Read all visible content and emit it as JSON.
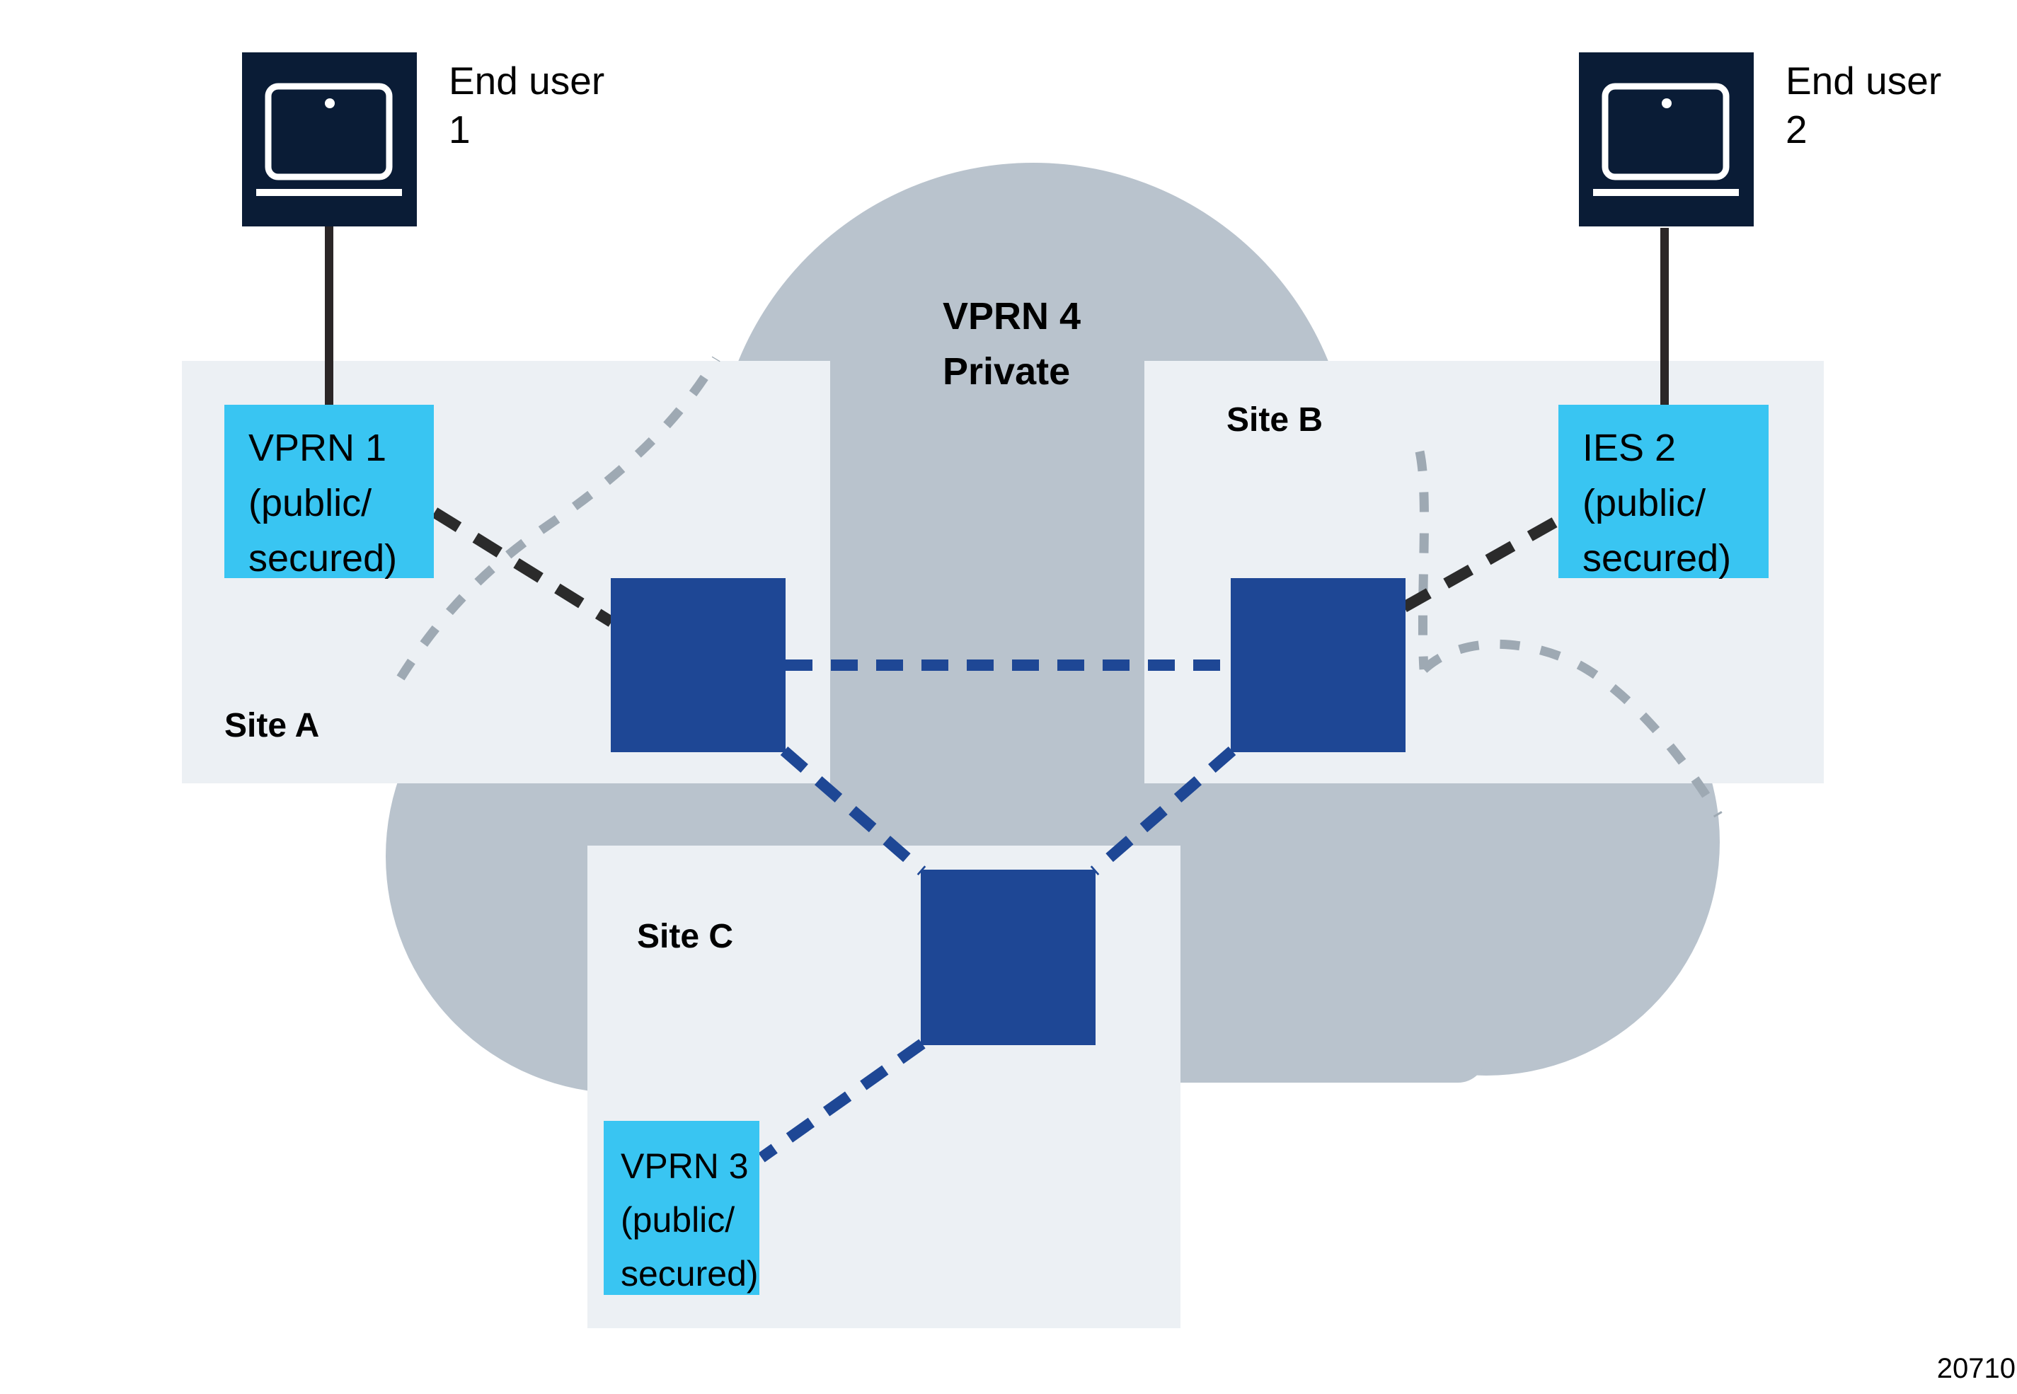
{
  "figure_label": "20710",
  "cloud": {
    "title_line1": "VPRN 4",
    "title_line2": "Private"
  },
  "sites": {
    "a": {
      "label": "Site A"
    },
    "b": {
      "label": "Site B"
    },
    "c": {
      "label": "Site C"
    }
  },
  "end_users": {
    "eu1": {
      "name_line1": "End user",
      "name_line2": "1"
    },
    "eu2": {
      "name_line1": "End user",
      "name_line2": "2"
    }
  },
  "services": {
    "vprn1": {
      "line1": "VPRN 1",
      "line2": "(public/",
      "line3": "secured)"
    },
    "ies2": {
      "line1": "IES 2",
      "line2": "(public/",
      "line3": "secured)"
    },
    "vprn3": {
      "line1": "VPRN 3",
      "line2": "(public/",
      "line3": "secured)"
    }
  },
  "colors": {
    "bg": "#ffffff",
    "cloud": "#b9c3cd",
    "site": "#ecf0f4",
    "cyan": "#39c5f2",
    "router": "#1e4795",
    "navy": "#0a1c36",
    "blackdash": "#2b2b2b",
    "graydash": "#9ea9b3",
    "cable": "#2b2627"
  }
}
